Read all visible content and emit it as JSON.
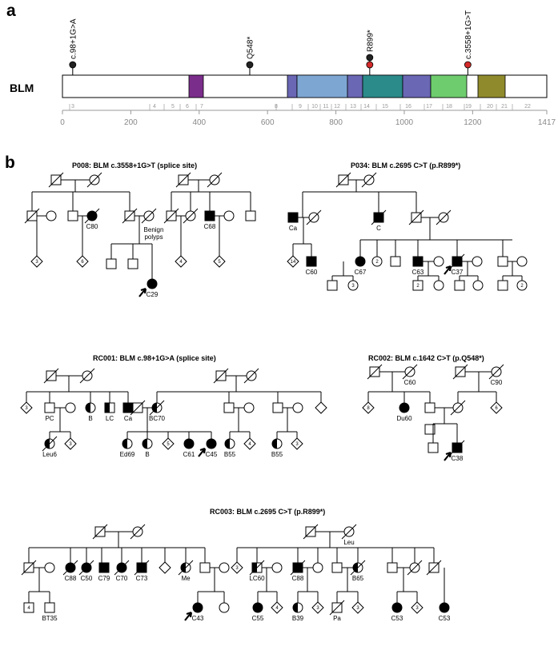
{
  "panel_a": {
    "label": "a",
    "gene": "BLM",
    "domain_colors": [
      "#7b2d8b",
      "#6a67b5",
      "#7ea6d3",
      "#6a67b5",
      "#2b8a8a",
      "#6a67b5",
      "#6ecc6e",
      "#8f8a2b"
    ],
    "variants": [
      {
        "label": "c.98+1G>A",
        "position": 30,
        "marks": [
          "black"
        ]
      },
      {
        "label": "Q548*",
        "position": 548,
        "marks": [
          "black"
        ]
      },
      {
        "label": "R899*",
        "position": 899,
        "marks": [
          "black",
          "red"
        ]
      },
      {
        "label": "c.3558+1G>T",
        "position": 1186,
        "marks": [
          "red"
        ]
      }
    ],
    "exon_labels": [
      "3",
      "4",
      "5",
      "6",
      "7",
      "8",
      "9",
      "10",
      "11",
      "12",
      "13",
      "14",
      "15",
      "16",
      "17",
      "18",
      "19",
      "20",
      "21",
      "22"
    ],
    "axis_ticks": [
      "0",
      "200",
      "400",
      "600",
      "800",
      "1000",
      "1200",
      "1417"
    ]
  },
  "panel_b": {
    "label": "b",
    "families": [
      {
        "title": "P008: BLM c.3558+1G>T (splice site)"
      },
      {
        "title": "P034: BLM c.2695 C>T (p.R899*)"
      },
      {
        "title": "RC001: BLM c.98+1G>A (splice site)"
      },
      {
        "title": "RC002: BLM c.1642 C>T (p.Q548*)"
      },
      {
        "title": "RC003: BLM c.2695 C>T (p.R899*)"
      }
    ]
  }
}
